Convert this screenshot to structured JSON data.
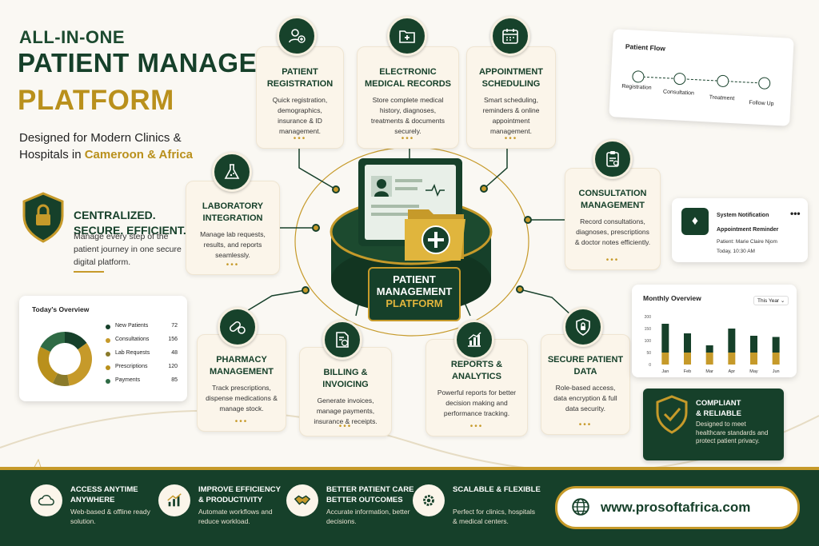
{
  "hero": {
    "line1": "ALL-IN-ONE",
    "line2": "PATIENT MANAGEMENT",
    "line3": "PLATFORM",
    "subtitle_a": "Designed for Modern Clinics &",
    "subtitle_b": "Hospitals in",
    "subtitle_highlight": "Cameroon & Africa"
  },
  "centralized": {
    "title_a": "CENTRALIZED.",
    "title_b": "SECURE. EFFICIENT.",
    "text": "Manage every step of the patient journey in one secure digital platform.",
    "icon": "lock-shield-icon"
  },
  "modules": [
    {
      "title": "PATIENT REGISTRATION",
      "desc": "Quick registration, demographics, insurance & ID management.",
      "icon": "add-user-icon"
    },
    {
      "title": "ELECTRONIC MEDICAL RECORDS",
      "desc": "Store complete medical history, diagnoses, treatments & documents securely.",
      "icon": "medical-folder-icon"
    },
    {
      "title": "APPOINTMENT SCHEDULING",
      "desc": "Smart scheduling, reminders & online appointment management.",
      "icon": "calendar-icon"
    },
    {
      "title": "LABORATORY INTEGRATION",
      "desc": "Manage lab requests, results, and reports seamlessly.",
      "icon": "flask-icon"
    },
    {
      "title": "CONSULTATION MANAGEMENT",
      "desc": "Record consultations, diagnoses, prescriptions & doctor notes efficiently.",
      "icon": "clipboard-icon"
    },
    {
      "title": "PHARMACY MANAGEMENT",
      "desc": "Track prescriptions, dispense medications & manage stock.",
      "icon": "pills-icon"
    },
    {
      "title": "BILLING & INVOICING",
      "desc": "Generate invoices, manage payments, insurance & receipts.",
      "icon": "invoice-icon"
    },
    {
      "title": "REPORTS & ANALYTICS",
      "desc": "Powerful reports for better decision making and performance tracking.",
      "icon": "bar-chart-icon"
    },
    {
      "title": "SECURE PATIENT DATA",
      "desc": "Role-based access, data encryption & full data security.",
      "icon": "shield-lock-icon"
    }
  ],
  "center": {
    "line1": "PATIENT",
    "line2": "MANAGEMENT",
    "line3": "PLATFORM"
  },
  "patient_flow": {
    "title": "Patient Flow",
    "steps": [
      "Registration",
      "Consultation",
      "Treatment",
      "Follow Up"
    ]
  },
  "notification": {
    "title": "System Notification",
    "subtitle": "Appointment Reminder",
    "patient": "Patient: Marie Claire Njom",
    "time": "Today, 10:30 AM"
  },
  "overview": {
    "title": "Today's Overview",
    "items": [
      {
        "label": "New Patients",
        "value": 72,
        "color": "#16402a"
      },
      {
        "label": "Consultations",
        "value": 156,
        "color": "#c69a2a"
      },
      {
        "label": "Lab Requests",
        "value": 48,
        "color": "#8a7a2a"
      },
      {
        "label": "Prescriptions",
        "value": 120,
        "color": "#b9901c"
      },
      {
        "label": "Payments",
        "value": 85,
        "color": "#2f6b45"
      }
    ]
  },
  "chart_data": {
    "type": "bar",
    "title": "Monthly Overview",
    "dropdown": "This Year",
    "categories": [
      "Jan",
      "Feb",
      "Mar",
      "Apr",
      "May",
      "Jun"
    ],
    "yticks": [
      "200",
      "150",
      "100",
      "50",
      "0"
    ],
    "ylim": [
      0,
      200
    ],
    "series": [
      {
        "values": [
          50,
          50,
          50,
          50,
          50,
          50
        ],
        "color": "#c69a2a"
      },
      {
        "values": [
          120,
          80,
          30,
          100,
          70,
          65
        ],
        "color": "#16402a"
      }
    ]
  },
  "compliant": {
    "title_a": "COMPLIANT",
    "title_b": "& RELIABLE",
    "text": "Designed to meet healthcare standards and protect patient privacy."
  },
  "features": [
    {
      "title": "ACCESS ANYTIME ANYWHERE",
      "desc": "Web-based & offline ready solution.",
      "icon": "cloud-icon"
    },
    {
      "title": "IMPROVE EFFICIENCY & PRODUCTIVITY",
      "desc": "Automate workflows and reduce workload.",
      "icon": "growth-chart-icon"
    },
    {
      "title": "BETTER PATIENT CARE BETTER OUTCOMES",
      "desc": "Accurate information, better decisions.",
      "icon": "handshake-icon"
    },
    {
      "title": "SCALABLE & FLEXIBLE",
      "desc": "Perfect for clinics, hospitals & medical centers.",
      "icon": "gear-icon"
    }
  ],
  "website": "www.prosoftafrica.com"
}
